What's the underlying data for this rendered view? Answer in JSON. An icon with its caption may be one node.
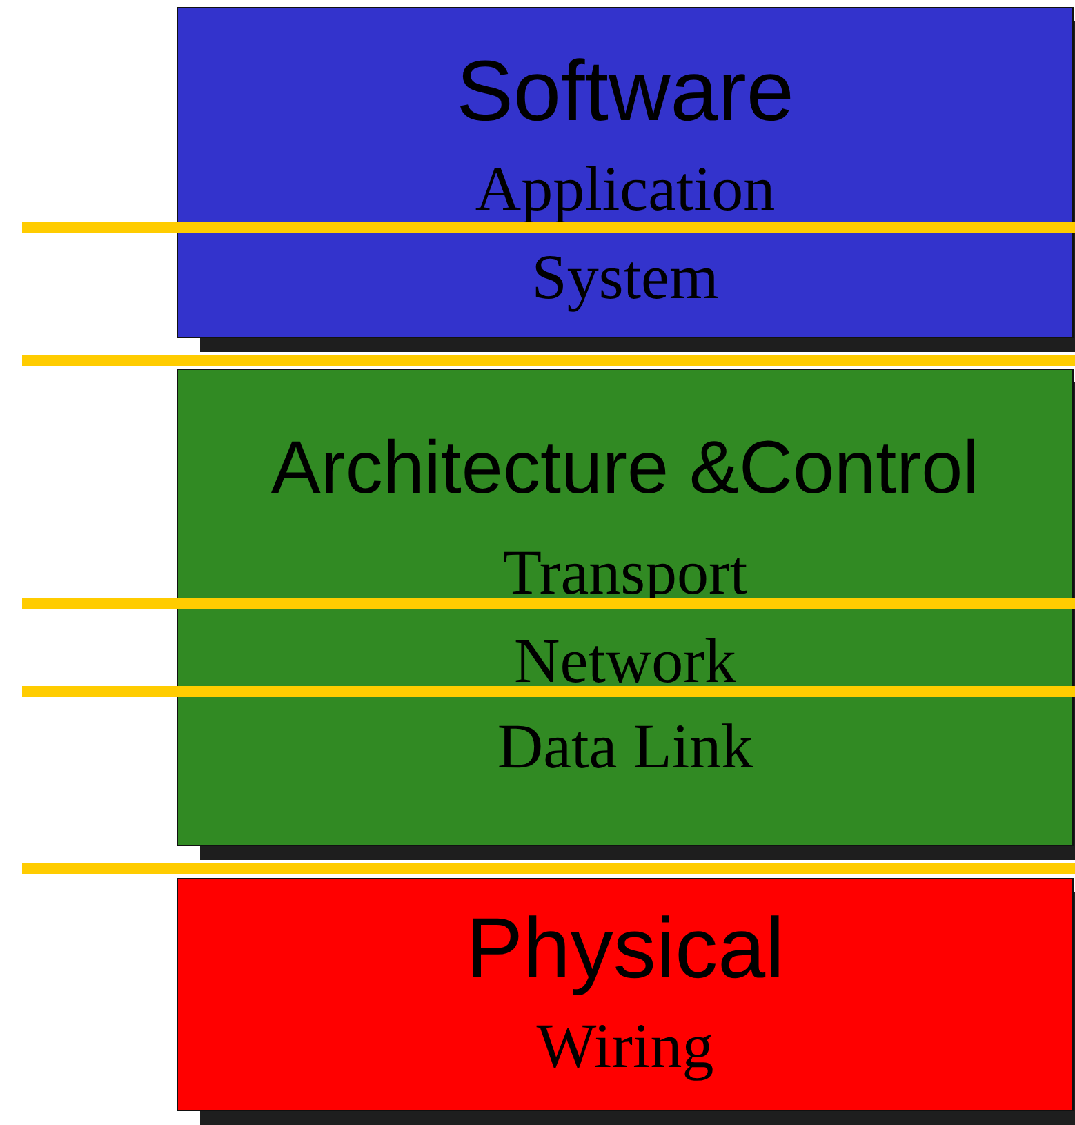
{
  "diagram": {
    "nodes": [
      {
        "text": [
          "Software",
          "Application",
          "System"
        ]
      },
      {
        "text": [
          "Architecture &Control",
          "Transport",
          "Network",
          "Data Link"
        ]
      },
      {
        "text": [
          "Physical",
          "Wiring"
        ]
      }
    ]
  }
}
